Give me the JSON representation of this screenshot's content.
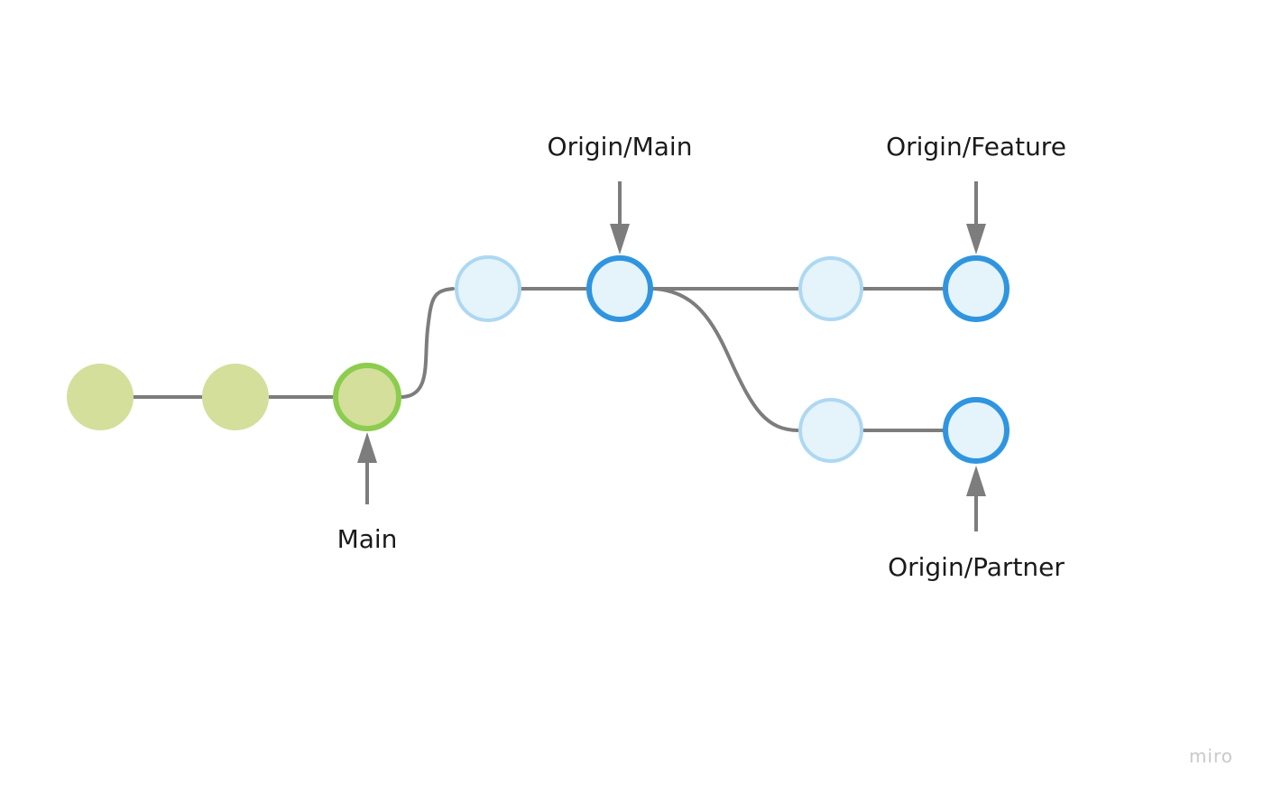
{
  "labels": {
    "main": "Main",
    "origin_main": "Origin/Main",
    "origin_feature": "Origin/Feature",
    "origin_partner": "Origin/Partner"
  },
  "watermark": "miro",
  "colors": {
    "local_commit_fill": "#d3df9b",
    "local_head_ring": "#8ccc4e",
    "remote_commit_fill": "#e5f3fb",
    "remote_commit_ring": "#add8f2",
    "remote_head_ring": "#2f95e0",
    "connector": "#7d7d7d",
    "pointer_arrow": "#7d7d7d",
    "label_text": "#1a1a1a"
  }
}
